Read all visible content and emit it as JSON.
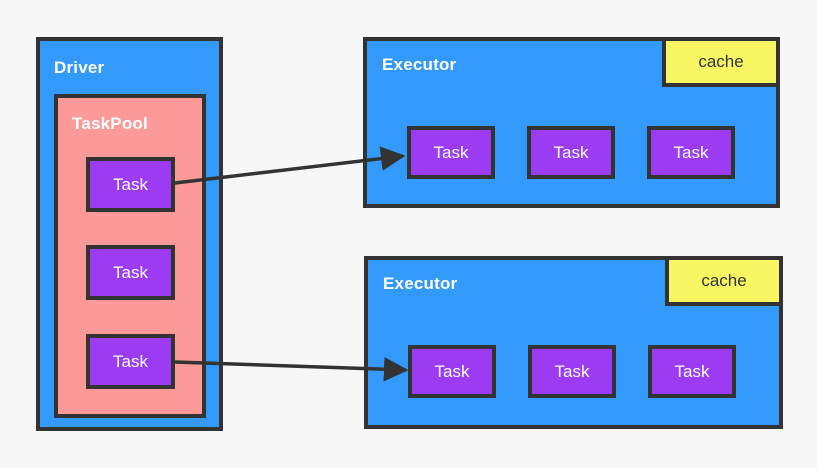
{
  "colors": {
    "background": "#f7f7f7",
    "blue": "#3399fa",
    "pink": "#fc9a99",
    "purple": "#9b3bf2",
    "yellow": "#f8f763",
    "border": "#333333",
    "text_light": "#ffffff",
    "text_dark": "#333333"
  },
  "driver": {
    "label": "Driver",
    "taskpool": {
      "label": "TaskPool",
      "tasks": [
        "Task",
        "Task",
        "Task"
      ]
    }
  },
  "executors": [
    {
      "label": "Executor",
      "cache": "cache",
      "tasks": [
        "Task",
        "Task",
        "Task"
      ]
    },
    {
      "label": "Executor",
      "cache": "cache",
      "tasks": [
        "Task",
        "Task",
        "Task"
      ]
    }
  ]
}
